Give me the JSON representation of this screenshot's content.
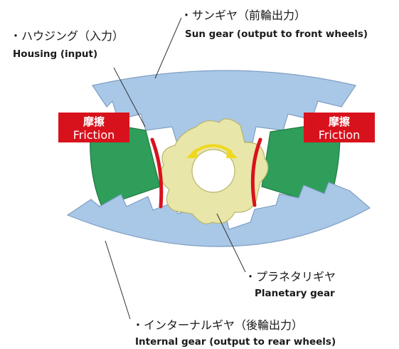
{
  "labels": {
    "housing_jp": "・ハウジング（入力）",
    "housing_en": "Housing (input)",
    "sun_jp": "・サンギヤ（前輪出力）",
    "sun_en": "Sun gear (output to front wheels)",
    "planetary_jp": "・プラネタリギヤ",
    "planetary_en": "Planetary gear",
    "internal_jp": "・インターナルギヤ（後輪出力）",
    "internal_en": "Internal gear (output to rear wheels)"
  },
  "friction": {
    "left_jp": "摩擦",
    "left_en": "Friction",
    "right_jp": "摩擦",
    "right_en": "Friction"
  },
  "colors": {
    "gear_blue": "#a9c7e6",
    "gear_blue_stroke": "#7f9fc4",
    "housing_green": "#2e9e5a",
    "housing_green_stroke": "#1f7a43",
    "planet_yellow": "#e8e6a8",
    "planet_yellow_stroke": "#b9b56b",
    "friction_red": "#d8121c",
    "rotation_arrow": "#f0d81e"
  }
}
